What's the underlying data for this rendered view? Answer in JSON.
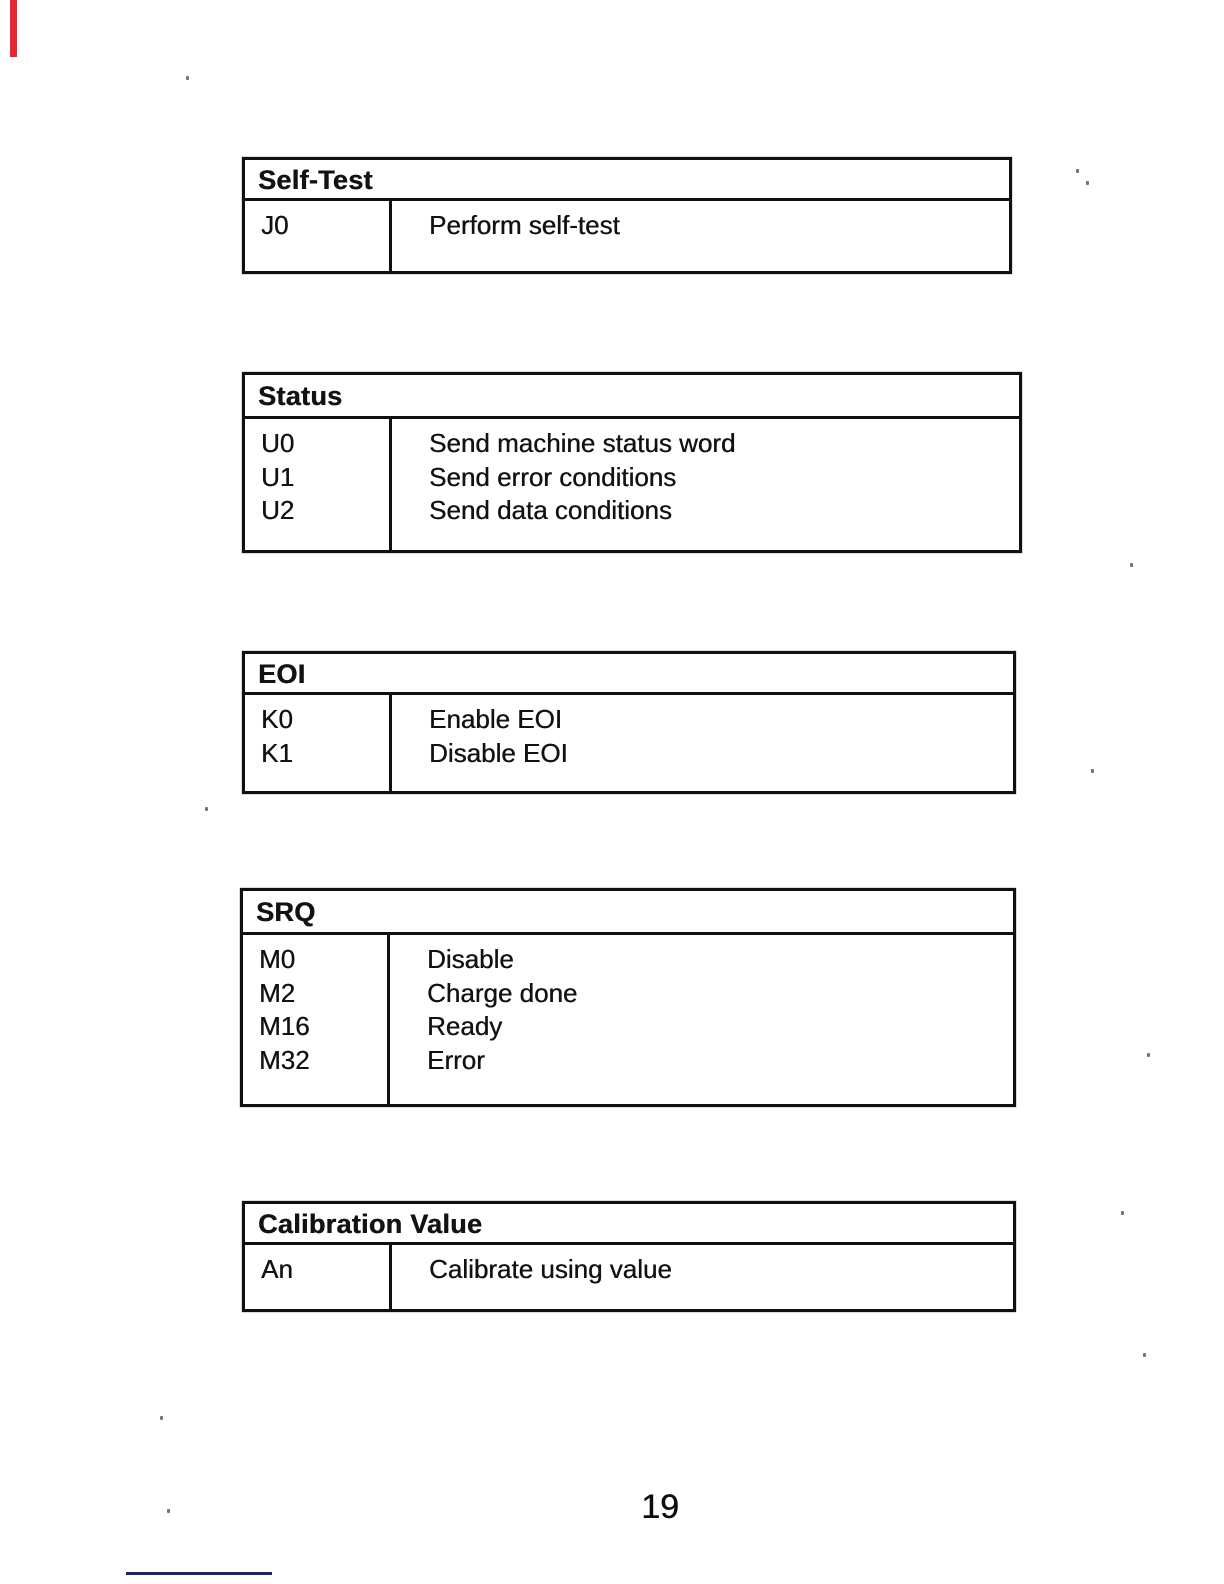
{
  "page": {
    "number": "19",
    "background": "#ffffff",
    "ink": "#121212"
  },
  "artifacts": {
    "red_bar_color": "#e62630",
    "blue_line_color": "#1b2078"
  },
  "tables": [
    {
      "id": "self-test",
      "title": "Self-Test",
      "rows": [
        {
          "code": "J0",
          "description": "Perform self-test"
        }
      ]
    },
    {
      "id": "status",
      "title": "Status",
      "rows": [
        {
          "code": "U0",
          "description": "Send machine status word"
        },
        {
          "code": "U1",
          "description": "Send error conditions"
        },
        {
          "code": "U2",
          "description": "Send data conditions"
        }
      ]
    },
    {
      "id": "eoi",
      "title": "EOI",
      "rows": [
        {
          "code": "K0",
          "description": "Enable EOI"
        },
        {
          "code": "K1",
          "description": "Disable EOI"
        }
      ]
    },
    {
      "id": "srq",
      "title": "SRQ",
      "rows": [
        {
          "code": "M0",
          "description": "Disable"
        },
        {
          "code": "M2",
          "description": "Charge done"
        },
        {
          "code": "M16",
          "description": "Ready"
        },
        {
          "code": "M32",
          "description": "Error"
        }
      ]
    },
    {
      "id": "calibration-value",
      "title": "Calibration Value",
      "rows": [
        {
          "code": "An",
          "description": "Calibrate using value"
        }
      ]
    }
  ]
}
